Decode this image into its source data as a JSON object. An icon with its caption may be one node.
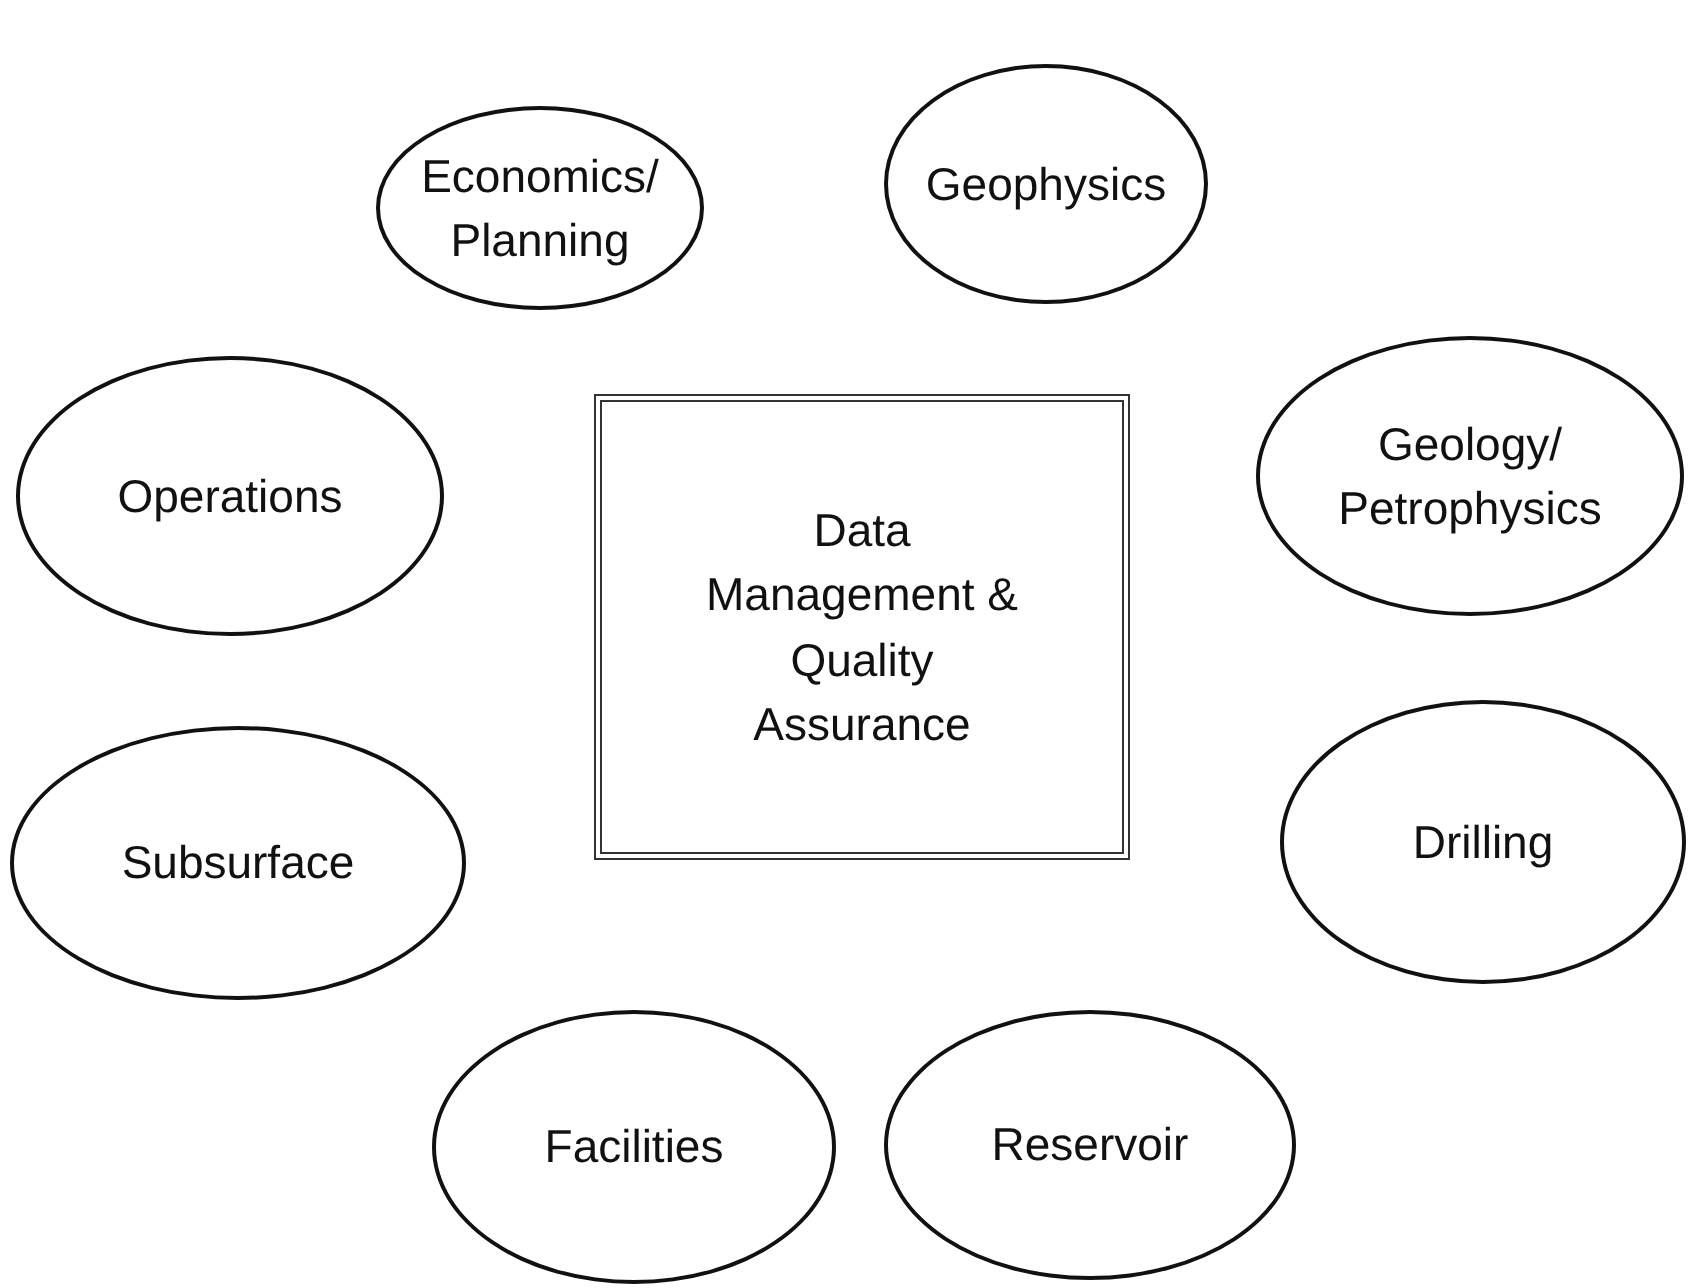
{
  "diagram": {
    "nodes": [
      {
        "text": [
          "Economics/ Planning"
        ]
      },
      {
        "text": [
          "Geophysics"
        ]
      },
      {
        "text": [
          "Operations"
        ]
      },
      {
        "text": [
          "Data Management & Quality Assurance"
        ]
      },
      {
        "text": [
          "Geology/ Petrophysics"
        ]
      },
      {
        "text": [
          "Subsurface"
        ]
      },
      {
        "text": [
          "Drilling"
        ]
      },
      {
        "text": [
          "Facilities"
        ]
      },
      {
        "text": [
          "Reservoir"
        ]
      }
    ]
  }
}
